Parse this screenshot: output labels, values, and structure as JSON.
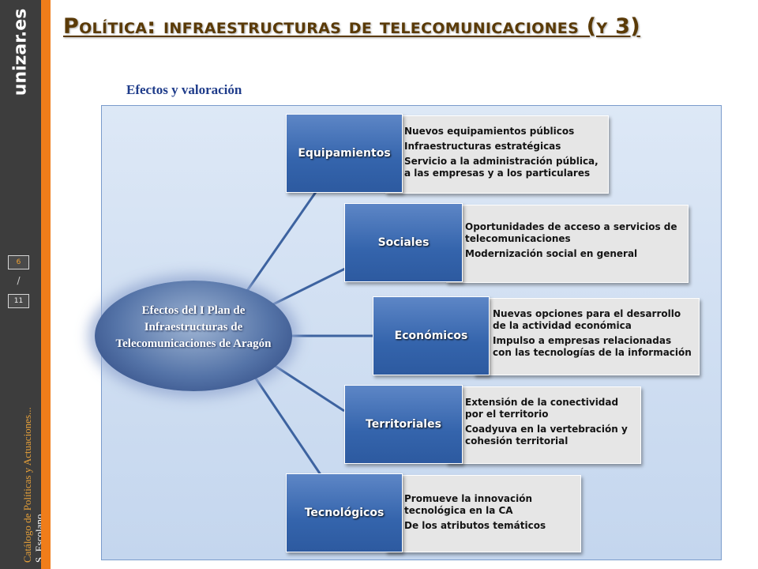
{
  "brand": "unizar.es",
  "page": {
    "current": "6",
    "separator": "/",
    "total": "11"
  },
  "sidebar_credit": {
    "line1": "Catálogo de Políticas y Actuaciones...",
    "line2": "S. Escolano"
  },
  "title": "Política: infraestructuras de telecomunicaciones (y 3)",
  "subtitle": "Efectos y valoración",
  "center_label": "Efectos del I Plan de Infraestructuras de Telecomunicaciones de Aragón",
  "categories": [
    {
      "label": "Equipamientos",
      "items": [
        "Nuevos equipamientos públicos",
        "Infraestructuras estratégicas",
        "Servicio a la administración pública, a las empresas y a los particulares"
      ]
    },
    {
      "label": "Sociales",
      "items": [
        "Oportunidades de acceso a servicios de telecomunicaciones",
        "Modernización social en general"
      ]
    },
    {
      "label": "Económicos",
      "items": [
        "Nuevas opciones para el desarrollo de la actividad económica",
        "Impulso a empresas relacionadas con las tecnologías de la información"
      ]
    },
    {
      "label": "Territoriales",
      "items": [
        "Extensión de la conectividad por el territorio",
        "Coadyuva en la vertebración y cohesión territorial"
      ]
    },
    {
      "label": "Tecnológicos",
      "items": [
        "Promueve la innovación tecnológica en la CA",
        "De los atributos temáticos"
      ]
    }
  ],
  "colors": {
    "sidebar": "#3d3d3d",
    "accent_orange": "#f07d1a",
    "title": "#5a3a07",
    "subtitle": "#1f3c8a",
    "category_blue": "#3464ac",
    "panel": "#cfdcf0"
  }
}
